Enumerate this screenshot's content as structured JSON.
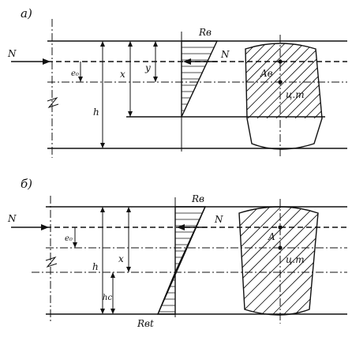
{
  "panel_a": {
    "label": "а)",
    "force": "N",
    "stress_top": "Rв",
    "force_diagram": "N",
    "eccentricity": "e₀",
    "dim_x": "x",
    "dim_y": "y",
    "dim_h": "h",
    "area": "Aв",
    "centroid": "ц.т"
  },
  "panel_b": {
    "label": "б)",
    "force": "N",
    "stress_top": "Rв",
    "force_diagram": "N",
    "eccentricity": "e₀",
    "dim_x": "x",
    "dim_h": "h",
    "dim_hc": "hс",
    "stress_bottom": "Rвt",
    "area": "A",
    "centroid": "ц.т"
  }
}
